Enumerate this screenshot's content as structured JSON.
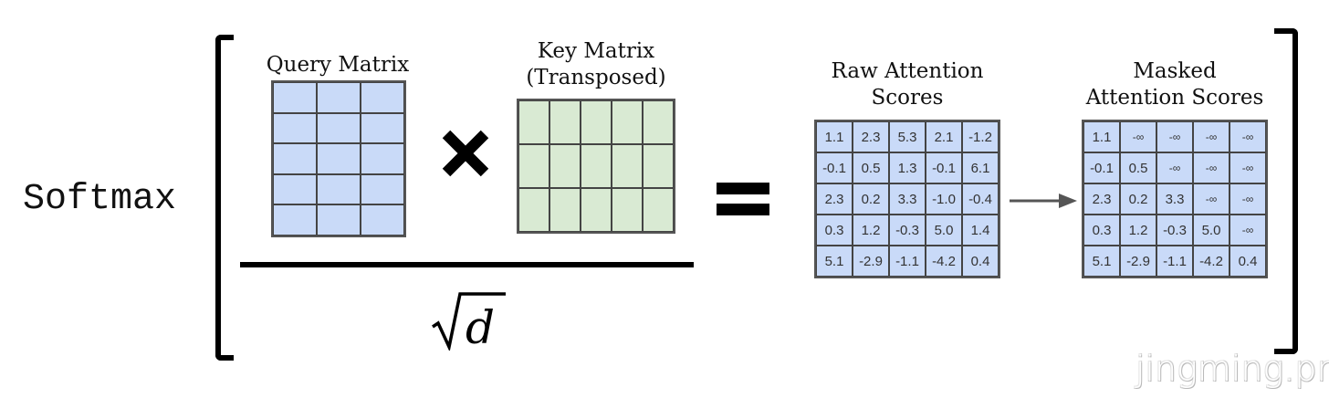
{
  "softmax_label": "Softmax",
  "query": {
    "title": "Query Matrix",
    "rows": 5,
    "cols": 3,
    "color": "#c9daf8"
  },
  "operator_multiply": "×",
  "key": {
    "title_line1": "Key Matrix",
    "title_line2": "(Transposed)",
    "rows": 3,
    "cols": 5,
    "color": "#d9ead3"
  },
  "denominator": {
    "radical": "√",
    "variable": "d"
  },
  "operator_equals": "=",
  "raw_scores": {
    "title_line1": "Raw Attention",
    "title_line2": "Scores",
    "color": "#c9daf8",
    "values": [
      [
        "1.1",
        "2.3",
        "5.3",
        "2.1",
        "-1.2"
      ],
      [
        "-0.1",
        "0.5",
        "1.3",
        "-0.1",
        "6.1"
      ],
      [
        "2.3",
        "0.2",
        "3.3",
        "-1.0",
        "-0.4"
      ],
      [
        "0.3",
        "1.2",
        "-0.3",
        "5.0",
        "1.4"
      ],
      [
        "5.1",
        "-2.9",
        "-1.1",
        "-4.2",
        "0.4"
      ]
    ]
  },
  "masked_scores": {
    "title_line1": "Masked",
    "title_line2": "Attention Scores",
    "color": "#c9daf8",
    "values": [
      [
        "1.1",
        "-∞",
        "-∞",
        "-∞",
        "-∞"
      ],
      [
        "-0.1",
        "0.5",
        "-∞",
        "-∞",
        "-∞"
      ],
      [
        "2.3",
        "0.2",
        "3.3",
        "-∞",
        "-∞"
      ],
      [
        "0.3",
        "1.2",
        "-0.3",
        "5.0",
        "-∞"
      ],
      [
        "5.1",
        "-2.9",
        "-1.1",
        "-4.2",
        "0.4"
      ]
    ]
  },
  "watermark": "jingming.pro"
}
